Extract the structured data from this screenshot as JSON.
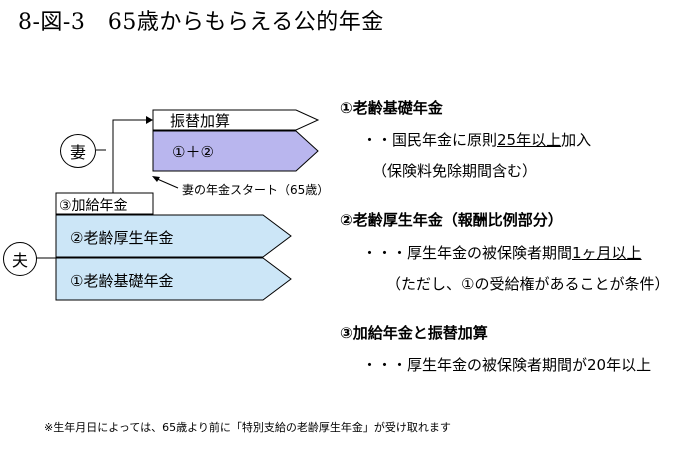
{
  "title": "8-図-3　65歳からもらえる公的年金",
  "diagram": {
    "wife_label": "妻",
    "husband_label": "夫",
    "furikae_label": "振替加算",
    "wife_pension_label": "①＋②",
    "kakyu_label": "③加給年金",
    "husband_kosei_label": "②老齢厚生年金",
    "husband_kiso_label": "①老齢基礎年金",
    "wife_start_label": "妻の年金スタート（65歳）",
    "colors": {
      "blue": "#cce6f7",
      "purple": "#b9b6ee",
      "white": "#ffffff"
    }
  },
  "sections": [
    {
      "title": "①老齢基礎年金",
      "lines": [
        {
          "pre": "・・国民年金に原則",
          "u": "25年以上",
          "post": "加入"
        },
        {
          "pre": "（保険料免除期間含む）",
          "u": "",
          "post": ""
        }
      ]
    },
    {
      "title": "②老齢厚生年金（報酬比例部分）",
      "lines": [
        {
          "pre": "・・・厚生年金の被保険者期間",
          "u": "1ヶ月以上",
          "post": ""
        },
        {
          "pre": "（ただし、①の受給権があることが条件）",
          "u": "",
          "post": ""
        }
      ]
    },
    {
      "title": "③加給年金と振替加算",
      "lines": [
        {
          "pre": "・・・厚生年金の被保険者期間が20年以上",
          "u": "",
          "post": ""
        }
      ]
    }
  ],
  "footnote": "※生年月日によっては、65歳より前に「特別支給の老齢厚生年金」が受け取れます"
}
